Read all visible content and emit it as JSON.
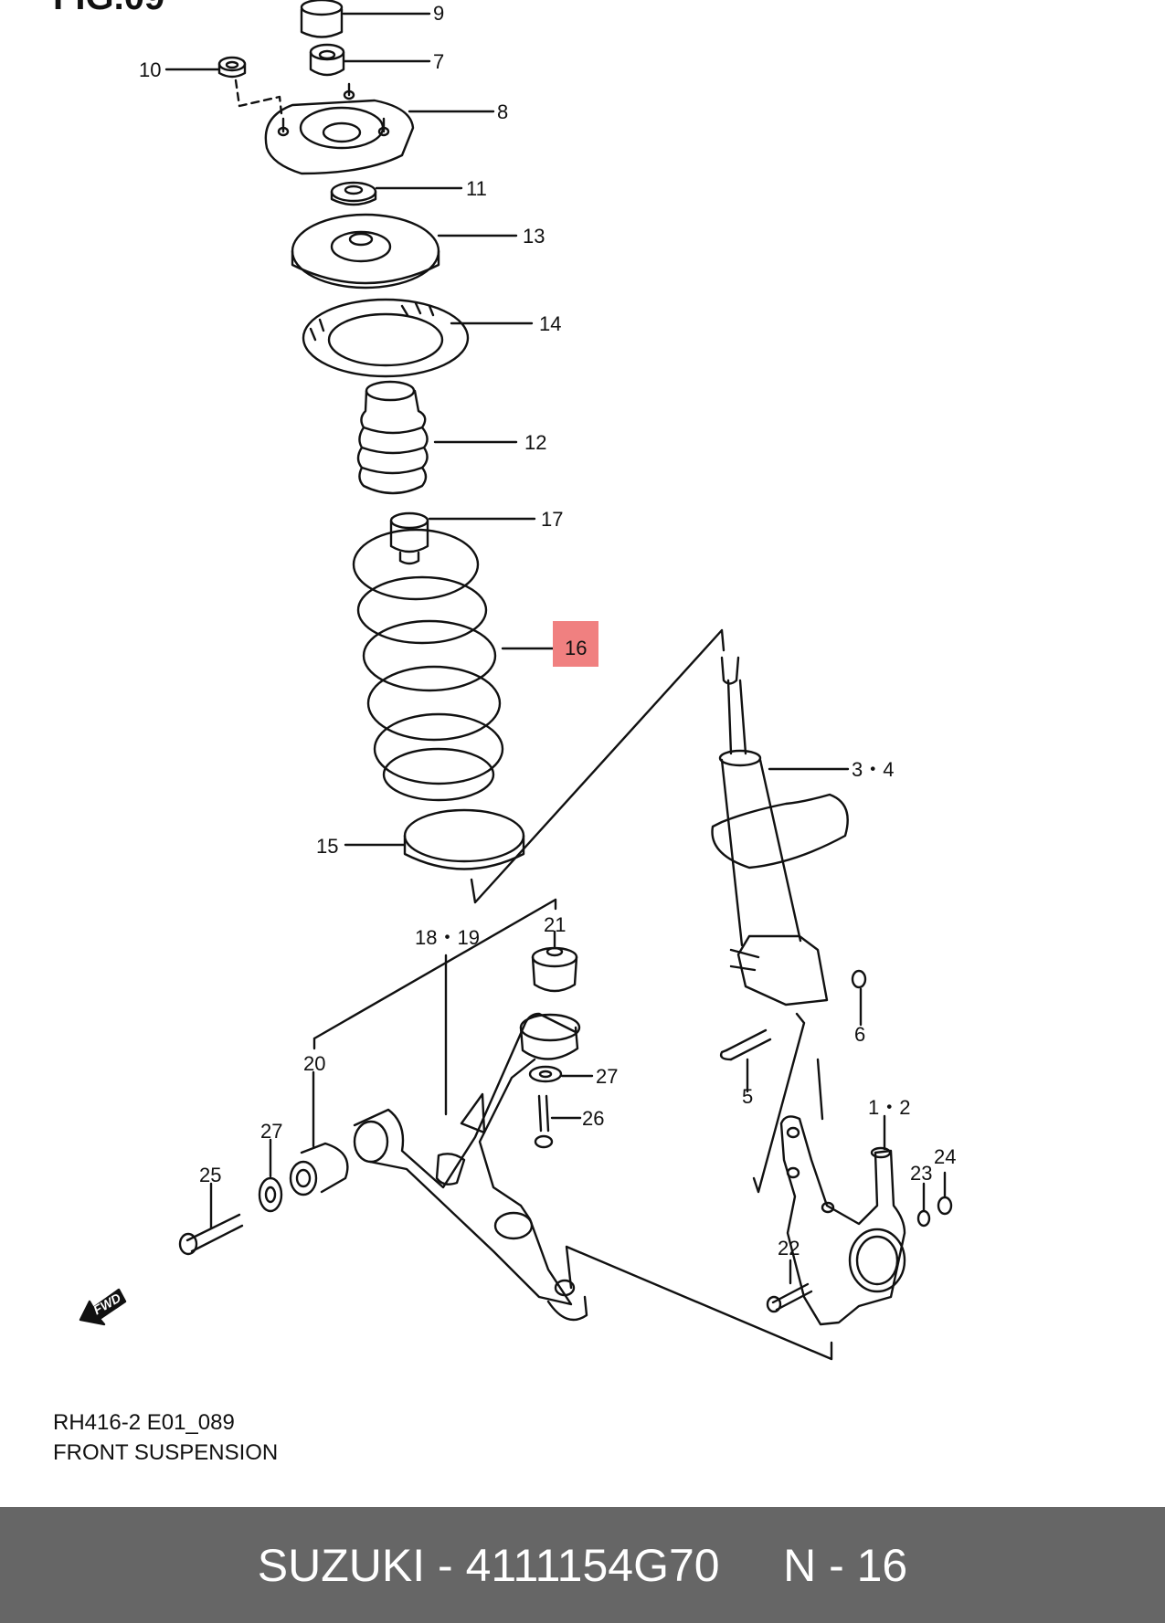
{
  "figure": {
    "fig_label": "FIG.09",
    "diagram_code": "RH416-2 E01_089",
    "diagram_title": "FRONT SUSPENSION",
    "fwd_label": "FWD",
    "callouts": {
      "c9": "9",
      "c7": "7",
      "c10": "10",
      "c8": "8",
      "c11": "11",
      "c13": "13",
      "c14": "14",
      "c12": "12",
      "c17": "17",
      "c16": "16",
      "c15": "15",
      "c34": "3・4",
      "c1819": "18・19",
      "c21": "21",
      "c20": "20",
      "c27a": "27",
      "c27b": "27",
      "c26": "26",
      "c25": "25",
      "c6": "6",
      "c5": "5",
      "c12b": "1・2",
      "c23": "23",
      "c24": "24",
      "c22": "22"
    },
    "highlight_color": "#f08080"
  },
  "footer": {
    "brand": "SUZUKI",
    "separator": " - ",
    "part_number": "4111154G70",
    "ref_label": "N - 16",
    "background": "#666666"
  }
}
